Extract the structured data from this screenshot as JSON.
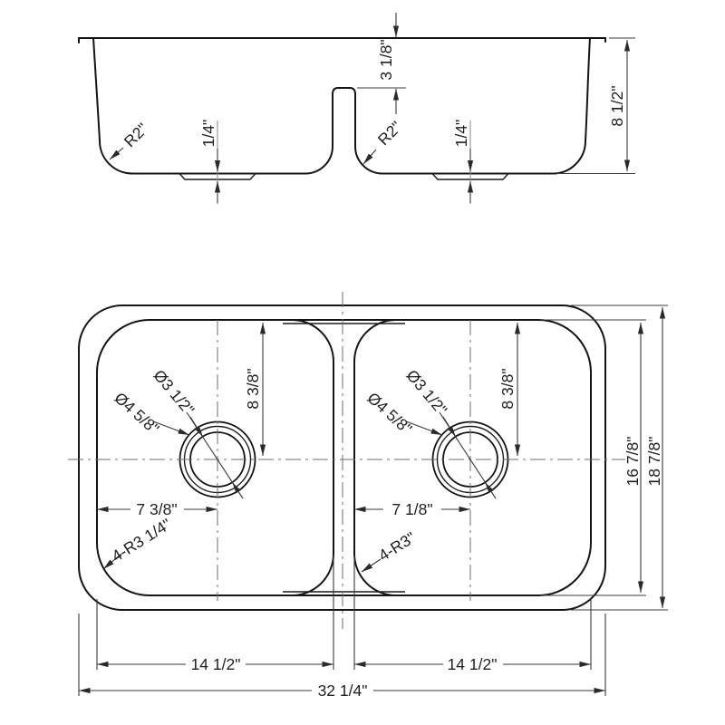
{
  "drawing": {
    "kind": "double-bowl-sink-dimension-drawing",
    "colors": {
      "line": "#141414",
      "dimension": "#3a3a3a",
      "centerline": "#6e6e6e",
      "background": "#ffffff"
    },
    "section": {
      "divider_height": "3 1/8\"",
      "overall_depth": "8 1/2\"",
      "recess_depth_left": "1/4\"",
      "recess_depth_right": "1/4\"",
      "bottom_radius_left": "R2\"",
      "bottom_radius_divider": "R2\""
    },
    "plan": {
      "drain_inner_dia_left": "Ø3 1/2\"",
      "drain_outer_dia_left": "Ø4 5/8\"",
      "drain_from_back_left": "8 3/8\"",
      "drain_from_side_left": "7 3/8\"",
      "bowl_corner_radius_left": "4-R3 1/4\"",
      "drain_inner_dia_right": "Ø3 1/2\"",
      "drain_outer_dia_right": "Ø4 5/8\"",
      "drain_from_back_right": "8 3/8\"",
      "drain_from_side_right": "7 1/8\"",
      "bowl_corner_radius_right": "4-R3\"",
      "bowl_width_left": "14 1/2\"",
      "bowl_width_right": "14 1/2\"",
      "overall_width": "32 1/4\"",
      "bowl_front_to_back": "16 7/8\"",
      "overall_front_to_back": "18 7/8\""
    }
  }
}
